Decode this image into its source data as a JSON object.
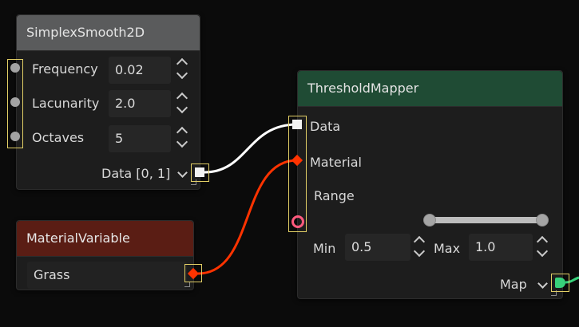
{
  "nodes": {
    "simplex": {
      "title": "SimplexSmooth2D",
      "params": [
        {
          "label": "Frequency",
          "value": "0.02"
        },
        {
          "label": "Lacunarity",
          "value": "2.0"
        },
        {
          "label": "Octaves",
          "value": "5"
        }
      ],
      "output_label": "Data [0, 1]"
    },
    "material": {
      "title": "MaterialVariable",
      "value": "Grass"
    },
    "threshold": {
      "title": "ThresholdMapper",
      "inputs": [
        "Data",
        "Material"
      ],
      "range_label": "Range",
      "range": {
        "min": 0.5,
        "max": 1.0
      },
      "min_label": "Min",
      "min_value": "0.5",
      "max_label": "Max",
      "max_value": "1.0",
      "output_label": "Map"
    }
  },
  "colors": {
    "simplex_header": "#5a5b5c",
    "threshold_header": "#1f4b34",
    "material_header": "#5a1d14",
    "data_wire": "#ffffff",
    "material_wire": "#ff3300",
    "map_wire": "#37d17a",
    "port_highlight": "#e2cf66"
  }
}
